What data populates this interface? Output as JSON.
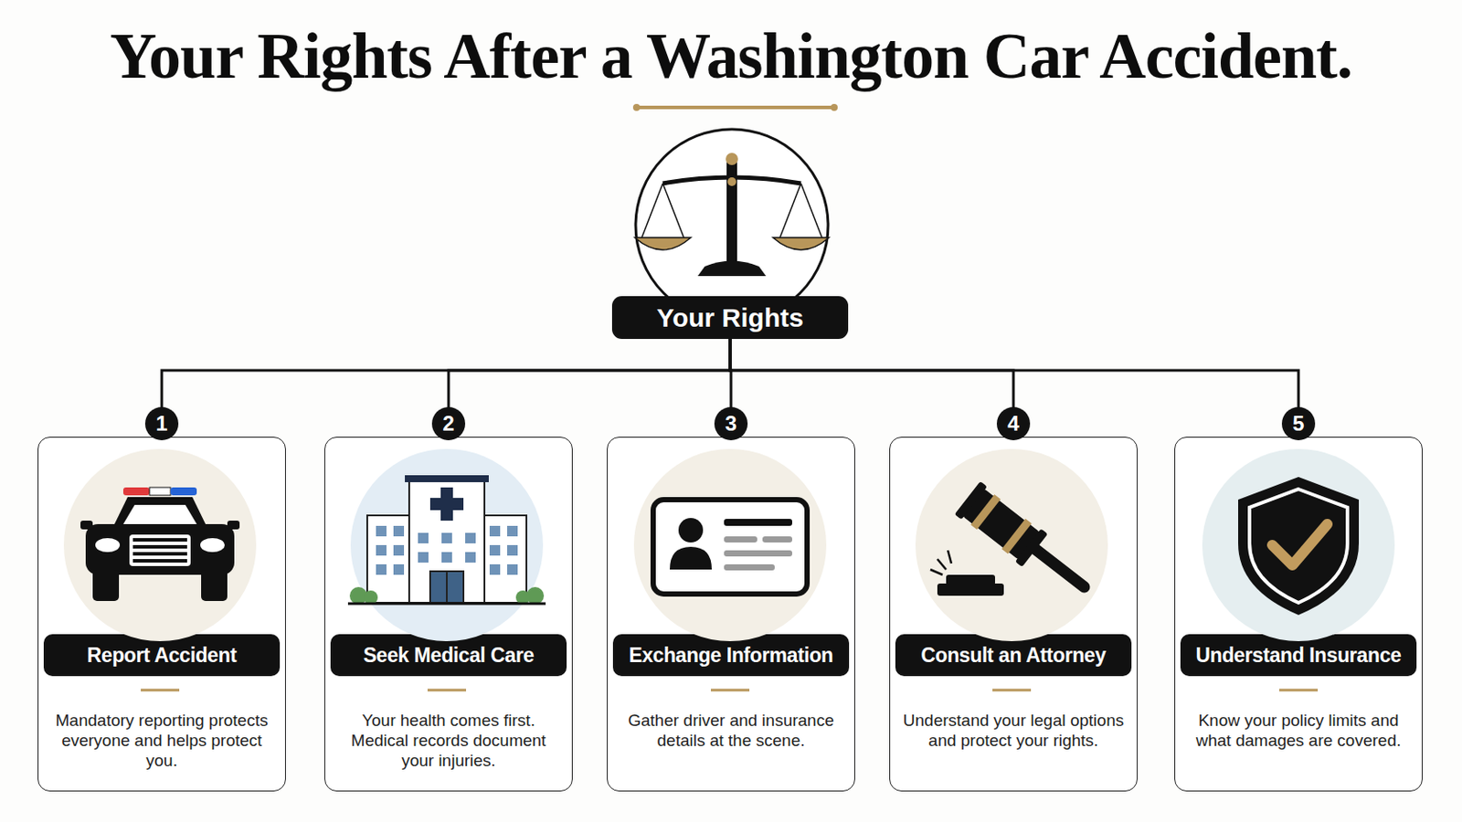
{
  "diagram": {
    "title": "Your Rights After a Washington Car Accident.",
    "nodes": [
      {
        "text": [
          "Your Rights"
        ]
      },
      {
        "text": [
          "Mandatory reporting protects everyone and helps protect you."
        ]
      },
      {
        "text": [
          "Report Accident"
        ],
        "in": 1
      },
      {
        "text": [
          "Your health comes first. Medical records document your injuries."
        ]
      },
      {
        "text": [
          "Seek Medical Care"
        ],
        "in": 3
      },
      {
        "text": [
          "Gather driver and insurance details at the scene."
        ]
      },
      {
        "text": [
          "Exchange Information"
        ],
        "in": 5
      },
      {
        "text": [
          "Understand your legal options and protect your rights."
        ]
      },
      {
        "text": [
          "Consult an Attorney"
        ],
        "in": 7
      },
      {
        "text": [
          "Know your policy limits and what damages are covered."
        ]
      },
      {
        "text": [
          "Understand Insurance"
        ],
        "in": 9
      }
    ],
    "edges": [
      {
        "from": 0,
        "to": 1,
        "arrow": "none",
        "label": "1"
      },
      {
        "from": 0,
        "to": 3,
        "arrow": "none",
        "label": "2"
      },
      {
        "from": 0,
        "to": 5,
        "arrow": "none",
        "label": "3"
      },
      {
        "from": 0,
        "to": 7,
        "arrow": "none",
        "label": "4"
      },
      {
        "from": 0,
        "to": 9,
        "arrow": "none",
        "label": "5"
      }
    ]
  }
}
